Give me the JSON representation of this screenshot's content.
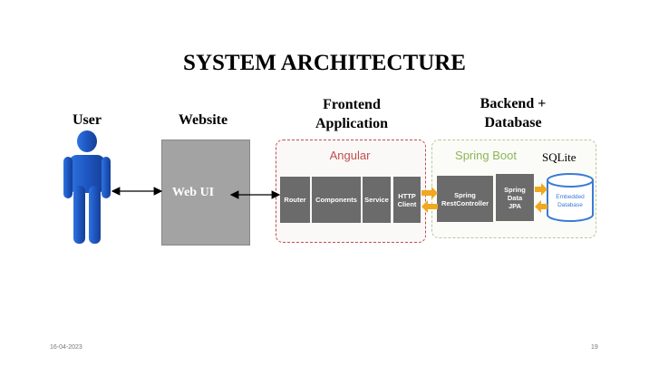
{
  "title": "SYSTEM ARCHITECTURE",
  "headers": {
    "user": "User",
    "website": "Website",
    "frontend_line1": "Frontend",
    "frontend_line2": "Application",
    "backend_line1": "Backend +",
    "backend_line2": "Database"
  },
  "website": {
    "label": "Web UI"
  },
  "frontend": {
    "title": "Angular",
    "components": [
      "Router",
      "Components",
      "Service",
      "HTTP Client"
    ]
  },
  "backend": {
    "title": "Spring Boot",
    "components": [
      "Spring RestController",
      "Spring Data JPA"
    ],
    "db_label": "SQLite",
    "db_text": "Embedded Database"
  },
  "footer": {
    "date": "16-04-2023",
    "page": "19"
  },
  "colors": {
    "user_blue": "#1f5fc8",
    "angular_red": "#c0504d",
    "spring_green": "#8eb55a",
    "arrow_orange": "#f0a81e",
    "db_blue": "#3a7bd5"
  },
  "icons": [
    "user-figure-icon",
    "database-cylinder-icon"
  ]
}
